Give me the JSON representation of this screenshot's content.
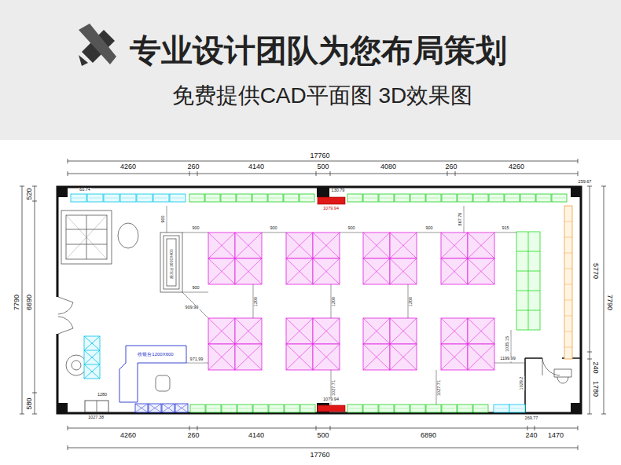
{
  "diagram": {
    "title": "专业设计团队为您布局策划",
    "labels": [
      "免费提供CAD平面图 3D效果图",
      "17760",
      "4260",
      "260",
      "4140",
      "500",
      "4080",
      "260",
      "4260",
      "4260",
      "260",
      "4140",
      "500",
      "6890",
      "240",
      "1470",
      "17760",
      "520",
      "7790",
      "6690",
      "580",
      "5770",
      "7790",
      "240",
      "1780",
      "60.74",
      "130.79",
      "1079.94",
      "259.67",
      "900",
      "900",
      "900",
      "900",
      "900",
      "867.76",
      "915",
      "900",
      "1200",
      "1200",
      "1200",
      "909.99",
      "971.99",
      "1199.99",
      "1035.15",
      "1027.71",
      "1027.71",
      "1029.2",
      "1280",
      "1079.94",
      "1027.38",
      "269.77",
      "收银台1200X600",
      "展示台1600X400"
    ]
  }
}
